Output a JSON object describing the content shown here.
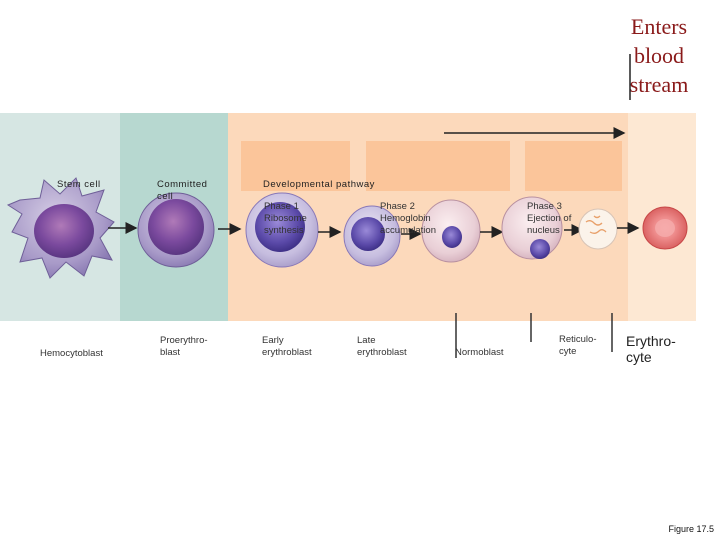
{
  "enters_blood_stream": "Enters\nblood\nstream",
  "stages_header": {
    "stem_cell": "Stem cell",
    "committed_cell": "Committed\ncell",
    "developmental_pathway": "Developmental pathway"
  },
  "phases": [
    {
      "label": "Phase 1\nRibosome\nsynthesis"
    },
    {
      "label": "Phase 2\nHemoglobin\naccumulation"
    },
    {
      "label": "Phase 3\nEjection of\nnucleus"
    }
  ],
  "cell_names": {
    "hemocytoblast": "Hemocytoblast",
    "proerythroblast": "Proerythro-\nblast",
    "early_erythroblast": "Early\nerythroblast",
    "late_erythroblast": "Late\nerythroblast",
    "normoblast": "Normoblast",
    "reticulocyte": "Reticulo-\ncyte",
    "erythrocyte": "Erythro-\ncyte"
  },
  "figure_label": "Figure 17.5",
  "colors": {
    "stem_band": "#d6e6e3",
    "committed_band": "#b7d8d0",
    "pathway_band": "#fcd9bb",
    "blood_band": "#fde8d3",
    "phase_box": "#fbc59a",
    "accent_text": "#8a1a1a"
  }
}
